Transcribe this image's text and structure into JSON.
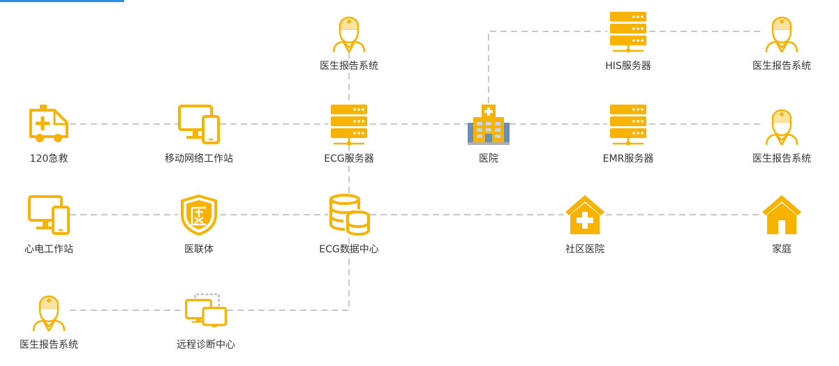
{
  "colors": {
    "accent": "#f8b300",
    "accent_light": "#fde3a2",
    "line": "#c8c8c8",
    "tab": "#2e8bea",
    "text": "#333333"
  },
  "nodes": [
    {
      "id": "doctor_top",
      "label": "医生报告系统",
      "icon": "doctor-icon"
    },
    {
      "id": "his",
      "label": "HIS服务器",
      "icon": "server-icon"
    },
    {
      "id": "doctor_tr",
      "label": "医生报告系统",
      "icon": "doctor-icon"
    },
    {
      "id": "ambulance",
      "label": "120急救",
      "icon": "ambulance-icon"
    },
    {
      "id": "mobile_ws",
      "label": "移动网络工作站",
      "icon": "monitor-phone-icon"
    },
    {
      "id": "ecg_server",
      "label": "ECG服务器",
      "icon": "server-icon"
    },
    {
      "id": "hospital",
      "label": "医院",
      "icon": "hospital-icon"
    },
    {
      "id": "emr",
      "label": "EMR服务器",
      "icon": "server-icon"
    },
    {
      "id": "doctor_mr",
      "label": "医生报告系统",
      "icon": "doctor-icon"
    },
    {
      "id": "ecg_ws",
      "label": "心电工作站",
      "icon": "monitor-phone-icon"
    },
    {
      "id": "alliance",
      "label": "医联体",
      "icon": "shield-icon"
    },
    {
      "id": "ecg_dc",
      "label": "ECG数据中心",
      "icon": "database-icon"
    },
    {
      "id": "community",
      "label": "社区医院",
      "icon": "clinic-icon"
    },
    {
      "id": "home",
      "label": "家庭",
      "icon": "home-icon"
    },
    {
      "id": "doctor_bl",
      "label": "医生报告系统",
      "icon": "doctor-icon"
    },
    {
      "id": "remote",
      "label": "远程诊断中心",
      "icon": "dual-monitor-icon"
    }
  ],
  "connections": [
    [
      "doctor_top",
      "ecg_server"
    ],
    [
      "ambulance",
      "mobile_ws"
    ],
    [
      "mobile_ws",
      "ecg_server"
    ],
    [
      "ecg_server",
      "hospital"
    ],
    [
      "hospital",
      "emr"
    ],
    [
      "emr",
      "doctor_mr"
    ],
    [
      "hospital",
      "his"
    ],
    [
      "his",
      "doctor_tr"
    ],
    [
      "ecg_server",
      "ecg_dc"
    ],
    [
      "ecg_ws",
      "alliance"
    ],
    [
      "alliance",
      "ecg_dc"
    ],
    [
      "ecg_dc",
      "community"
    ],
    [
      "community",
      "home"
    ],
    [
      "doctor_bl",
      "remote"
    ],
    [
      "remote",
      "ecg_dc"
    ]
  ]
}
